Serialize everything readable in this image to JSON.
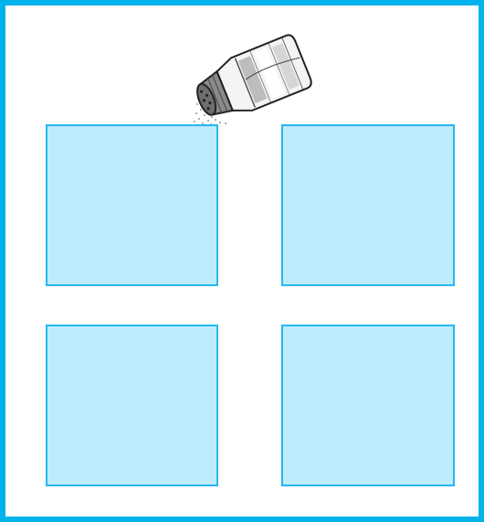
{
  "colors": {
    "frame_border": "#00b3ea",
    "panel_fill": "#bcecfd",
    "panel_border": "#29b6f0",
    "background": "#ffffff"
  },
  "illustration": {
    "icon": "salt-shaker-icon",
    "description_visible": false
  },
  "panels": [
    {
      "id": "top-left"
    },
    {
      "id": "top-right"
    },
    {
      "id": "bottom-left"
    },
    {
      "id": "bottom-right"
    }
  ]
}
